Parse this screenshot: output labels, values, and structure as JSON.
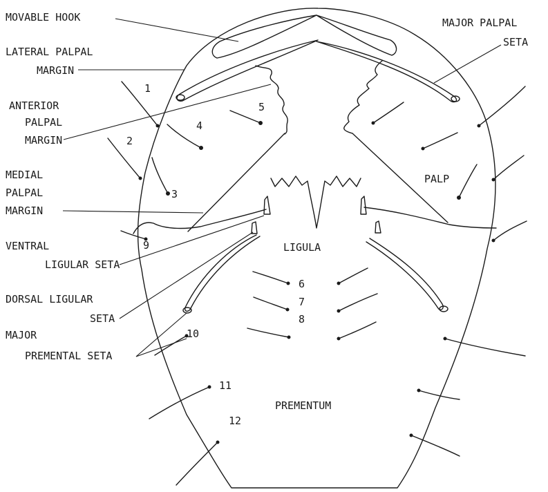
{
  "labels": {
    "movable_hook": "MOVABLE HOOK",
    "major_palpal_seta_1": "MAJOR PALPAL",
    "major_palpal_seta_2": "SETA",
    "lateral_palpal_margin_1": "LATERAL PALPAL",
    "lateral_palpal_margin_2": "MARGIN",
    "anterior_palpal_margin_1": "ANTERIOR",
    "anterior_palpal_margin_2": "PALPAL",
    "anterior_palpal_margin_3": "MARGIN",
    "medial_palpal_margin_1": "MEDIAL",
    "medial_palpal_margin_2": "PALPAL",
    "medial_palpal_margin_3": "MARGIN",
    "ventral_ligular_seta_1": "VENTRAL",
    "ventral_ligular_seta_2": "LIGULAR SETA",
    "dorsal_ligular_seta_1": "DORSAL LIGULAR",
    "dorsal_ligular_seta_2": "SETA",
    "major_premental_seta_1": "MAJOR",
    "major_premental_seta_2": "PREMENTAL SETA",
    "palp": "PALP",
    "ligula": "LIGULA",
    "prementum": "PREMENTUM"
  },
  "seta_numbers": [
    "1",
    "2",
    "3",
    "4",
    "5",
    "6",
    "7",
    "8",
    "9",
    "10",
    "11",
    "12"
  ]
}
